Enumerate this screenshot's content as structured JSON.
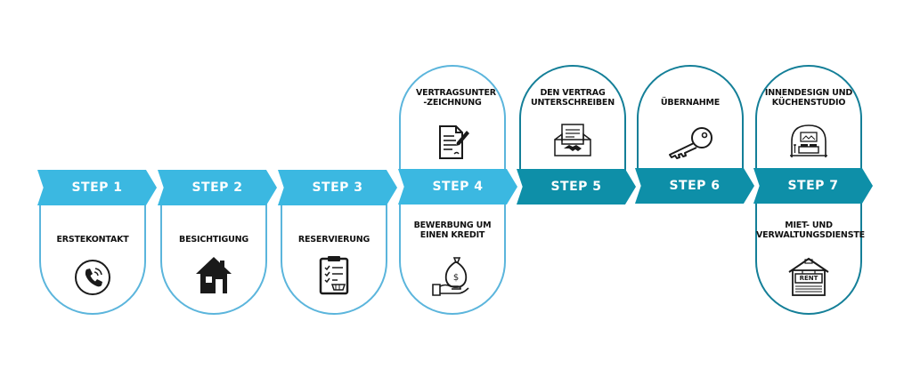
{
  "colors": {
    "light_blue": "#3bb8e1",
    "dark_teal": "#0e8fa8",
    "light_border": "#5bb5dc",
    "dark_border": "#147f98",
    "icon_black": "#1a1a1a"
  },
  "steps": [
    {
      "label": "STEP 1",
      "card_text": "ERSTEKONTAKT",
      "icon": "phone-icon"
    },
    {
      "label": "STEP 2",
      "card_text": "BESICHTIGUNG",
      "icon": "house-icon"
    },
    {
      "label": "STEP 3",
      "card_text": "RESERVIERUNG",
      "icon": "clipboard-checklist-icon"
    },
    {
      "label": "STEP 4",
      "card_top_text": "VERTRAGSUNTER -ZEICHNUNG",
      "card_bottom_text": "BEWERBUNG UM EINEN KREDIT",
      "icon_top": "document-pen-icon",
      "icon_bottom": "money-bag-hand-icon"
    },
    {
      "label": "STEP 5",
      "card_text": "DEN VERTRAG UNTERSCHREIBEN",
      "icon": "contract-handshake-icon"
    },
    {
      "label": "STEP 6",
      "card_text": "ÜBERNAHME",
      "icon": "key-icon"
    },
    {
      "label": "STEP 7",
      "card_top_text": "INNENDESIGN UND KÜCHENSTUDIO",
      "card_bottom_text": "MIET- UND VERWALTUNGSDIENSTE",
      "icon_top": "interior-design-icon",
      "icon_bottom": "rent-sign-icon"
    }
  ]
}
